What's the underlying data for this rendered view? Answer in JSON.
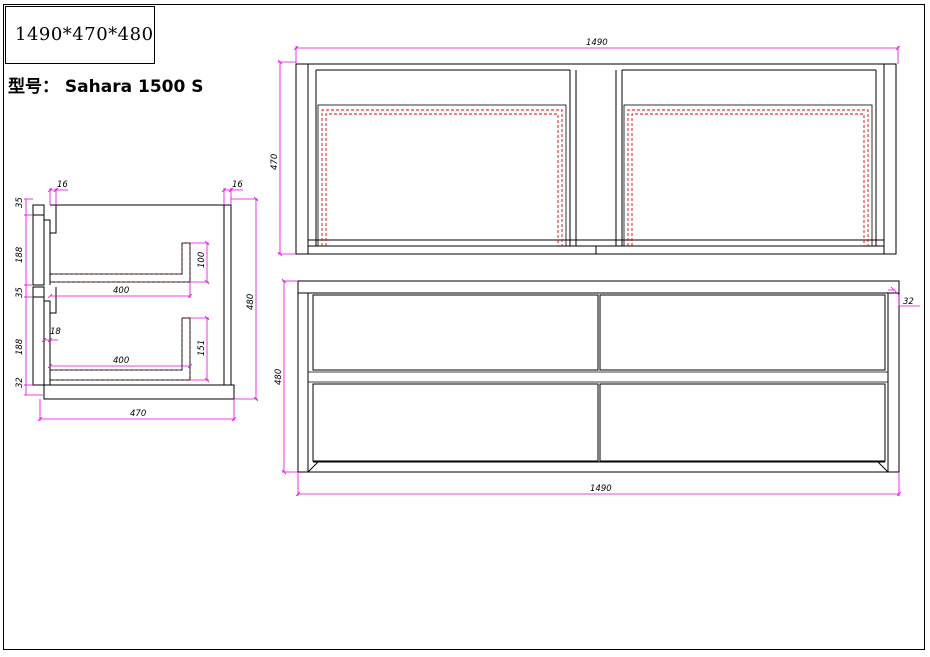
{
  "sheet": {
    "spec_label": "1490*470*480",
    "model_prefix": "型号：",
    "model_name": "Sahara 1500 S"
  },
  "side_view": {
    "dims": {
      "thickness_left": "16",
      "thickness_right": "16",
      "top_gap": "35",
      "upper_drawer_h": "188",
      "mid_gap": "35",
      "lower_drawer_h": "188",
      "bottom_base": "32",
      "upper_depth": "400",
      "upper_side_h": "100",
      "front_thickness": "18",
      "lower_depth": "400",
      "lower_side_h": "151",
      "total_depth": "470",
      "total_height": "480"
    }
  },
  "top_view": {
    "dims": {
      "width": "1490",
      "depth": "470"
    }
  },
  "front_view": {
    "dims": {
      "height": "480",
      "width": "1490",
      "top_rail": "32"
    }
  },
  "colors": {
    "line": "#000000",
    "dimension": "#e600e6",
    "hidden": "#e60000"
  }
}
